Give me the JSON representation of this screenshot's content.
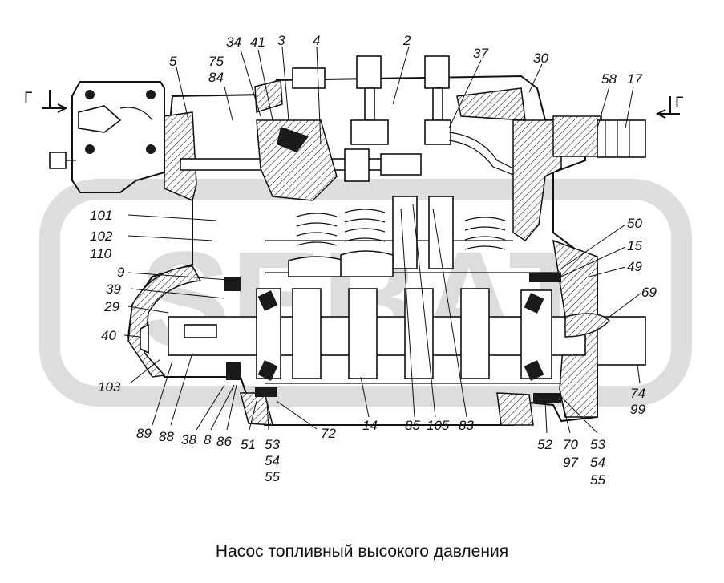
{
  "caption": "Насос топливный высокого давления",
  "section_marks": [
    "Г",
    "Г"
  ],
  "watermark_text": "SEBAT",
  "callouts": {
    "top": [
      "5",
      "75",
      "84",
      "34",
      "41",
      "3",
      "4",
      "2",
      "37",
      "30",
      "58",
      "17"
    ],
    "left": [
      "101",
      "102",
      "110",
      "9",
      "39",
      "29",
      "40",
      "103"
    ],
    "right": [
      "50",
      "15",
      "49",
      "69",
      "74",
      "99"
    ],
    "bottom": [
      "89",
      "88",
      "38",
      "8",
      "86",
      "51",
      "53",
      "54",
      "55",
      "72",
      "14",
      "85",
      "105",
      "83",
      "52",
      "70",
      "97",
      "53",
      "54",
      "55"
    ]
  }
}
